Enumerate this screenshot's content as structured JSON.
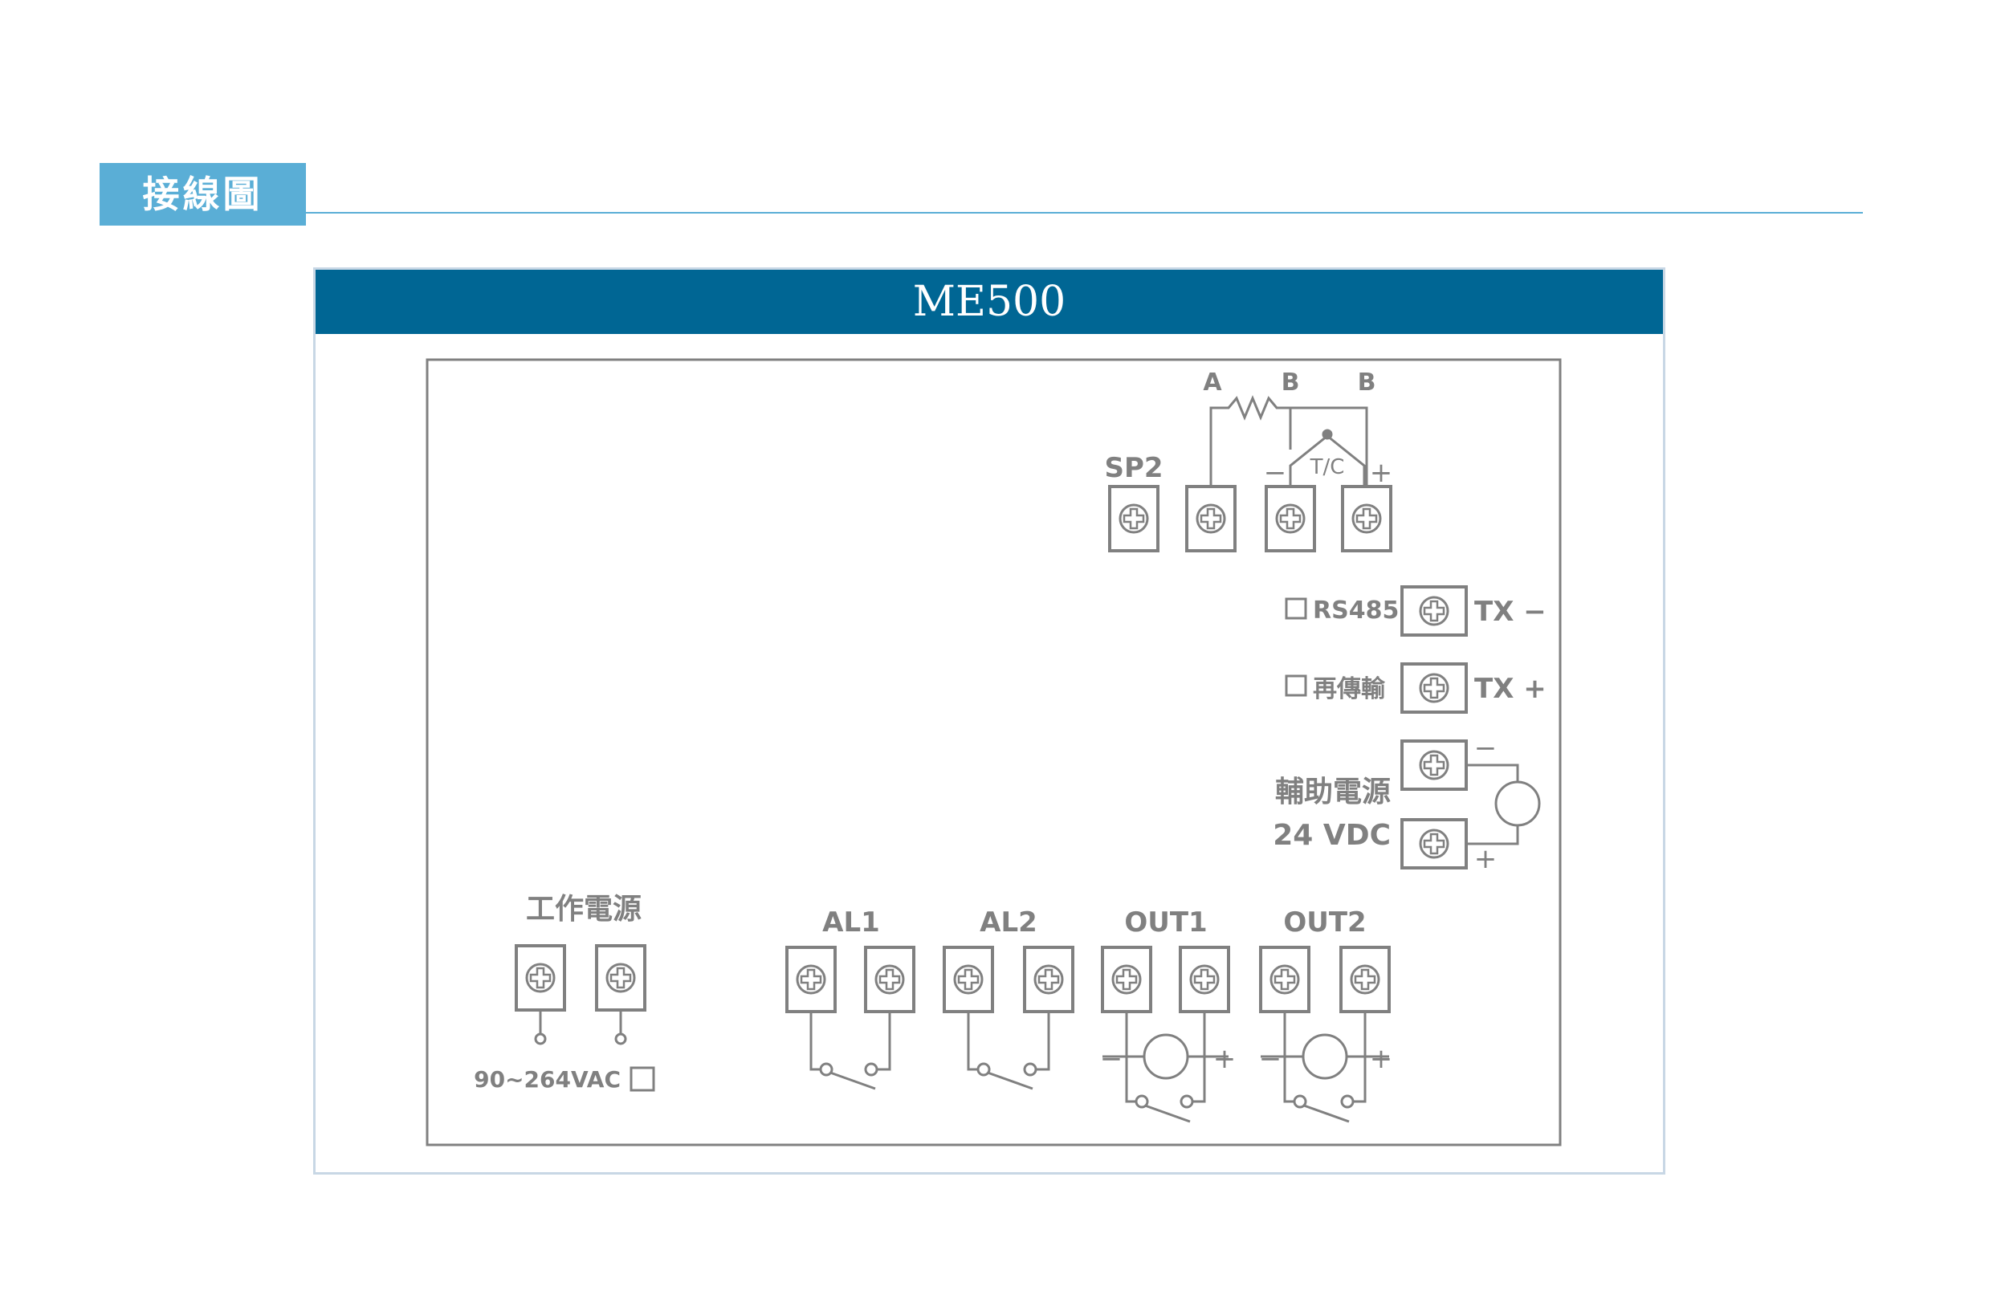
{
  "header": {
    "title": "接線圖"
  },
  "panel": {
    "model": "ME500"
  },
  "sensor": {
    "label_a": "A",
    "label_b1": "B",
    "label_b2": "B",
    "tc": "T/C",
    "minus": "−",
    "plus": "+"
  },
  "sp2": {
    "label": "SP2"
  },
  "comm": {
    "rs485": "RS485",
    "tx_minus": "TX −",
    "retrans": "再傳輸",
    "tx_plus": "TX +"
  },
  "aux": {
    "label": "輔助電源",
    "voltage": "24 VDC",
    "minus": "−",
    "plus": "+"
  },
  "power": {
    "label": "工作電源",
    "voltage": "90~264VAC"
  },
  "outputs": {
    "al1": "AL1",
    "al2": "AL2",
    "out1": "OUT1",
    "out2": "OUT2",
    "minus": "−",
    "plus": "+"
  },
  "colors": {
    "accent": "#5aaed6",
    "panel_header": "#006694",
    "line": "#808080",
    "panel_border": "#c8d7e5"
  },
  "icons": {
    "terminal": "screw-terminal-icon",
    "checkbox": "checkbox-icon",
    "meter": "meter-circle-icon",
    "switch": "relay-switch-icon",
    "resistor": "resistor-icon"
  }
}
